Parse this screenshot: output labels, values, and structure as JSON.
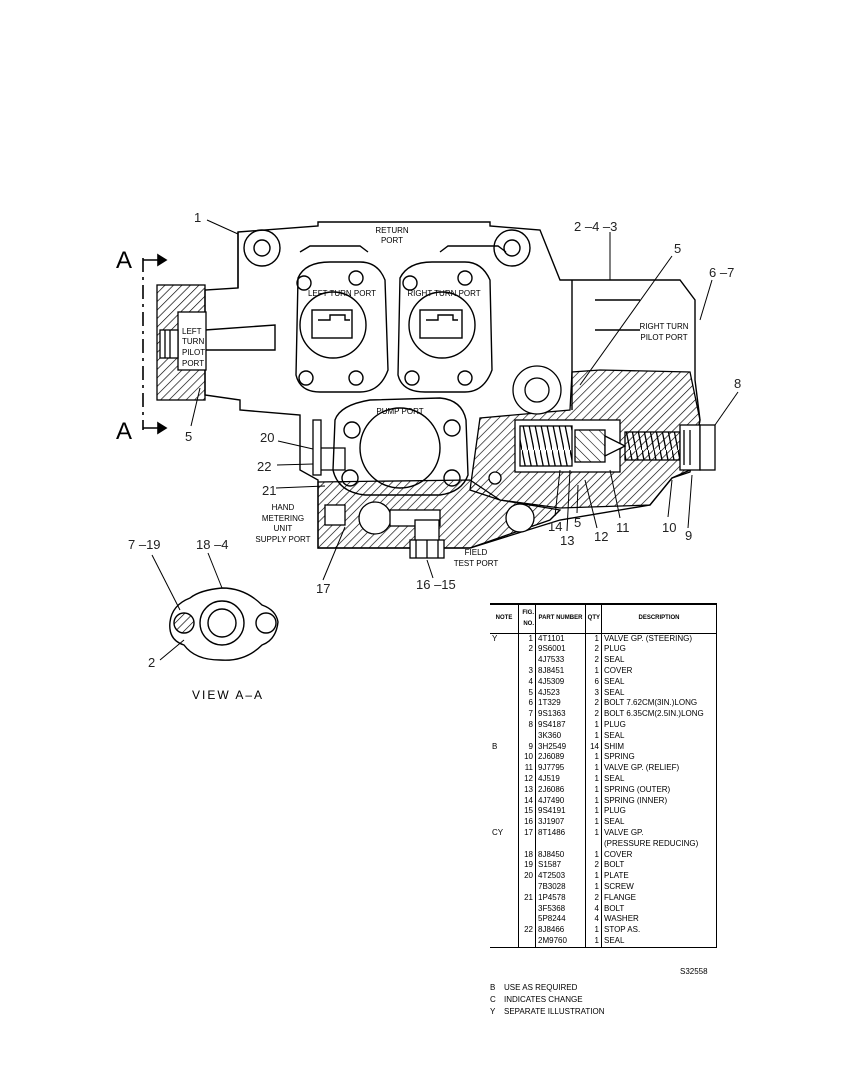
{
  "labels": {
    "return_port": [
      "RETURN",
      "PORT"
    ],
    "left_turn_port": "LEFT TURN PORT",
    "right_turn_port": "RIGHT TURN PORT",
    "left_turn_pilot_port": [
      "LEFT",
      "TURN",
      "PILOT",
      "PORT"
    ],
    "right_turn_pilot_port": [
      "RIGHT TURN",
      "PILOT PORT"
    ],
    "pump_port": "PUMP PORT",
    "hand_metering": [
      "HAND",
      "METERING",
      "UNIT",
      "SUPPLY PORT"
    ],
    "field_test_port": [
      "FIELD",
      "TEST PORT"
    ],
    "section_a": "A",
    "view_caption": "VIEW A–A"
  },
  "callouts": {
    "c1": "1",
    "c2_4_3": "2 –4 –3",
    "c5_top": "5",
    "c6_7": "6 –7",
    "c8": "8",
    "c5_left": "5",
    "c20": "20",
    "c22": "22",
    "c21": "21",
    "c14": "14",
    "c5_mid": "5",
    "c13": "13",
    "c12": "12",
    "c11": "11",
    "c10": "10",
    "c9": "9",
    "c17": "17",
    "c16_15": "16 –15",
    "c7_19": "7 –19",
    "c18_4": "18 –4",
    "c2": "2"
  },
  "table": {
    "headers": [
      "NOTE",
      "FIG. NO.",
      "PART NUMBER",
      "QTY",
      "DESCRIPTION"
    ],
    "rows": [
      [
        "Y",
        "1",
        "4T1101",
        "1",
        "VALVE GP. (STEERING)"
      ],
      [
        "",
        "2",
        "9S6001",
        "2",
        "PLUG"
      ],
      [
        "",
        "",
        "4J7533",
        "2",
        "SEAL"
      ],
      [
        "",
        "3",
        "8J8451",
        "1",
        "COVER"
      ],
      [
        "",
        "4",
        "4J5309",
        "6",
        "SEAL"
      ],
      [
        "",
        "5",
        "4J523",
        "3",
        "SEAL"
      ],
      [
        "",
        "6",
        "1T329",
        "2",
        "BOLT 7.62CM(3IN.)LONG"
      ],
      [
        "",
        "7",
        "9S1363",
        "2",
        "BOLT 6.35CM(2.5IN.)LONG"
      ],
      [
        "",
        "8",
        "9S4187",
        "1",
        "PLUG"
      ],
      [
        "",
        "",
        "3K360",
        "1",
        "SEAL"
      ],
      [
        "B",
        "9",
        "3H2549",
        "14",
        "SHIM"
      ],
      [
        "",
        "10",
        "2J6089",
        "1",
        "SPRING"
      ],
      [
        "",
        "11",
        "9J7795",
        "1",
        "VALVE GP. (RELIEF)"
      ],
      [
        "",
        "12",
        "4J519",
        "1",
        "SEAL"
      ],
      [
        "",
        "13",
        "2J6086",
        "1",
        "SPRING (OUTER)"
      ],
      [
        "",
        "14",
        "4J7490",
        "1",
        "SPRING (INNER)"
      ],
      [
        "",
        "15",
        "9S4191",
        "1",
        "PLUG"
      ],
      [
        "",
        "16",
        "3J1907",
        "1",
        "SEAL"
      ],
      [
        "CY",
        "17",
        "8T1486",
        "1",
        "VALVE GP."
      ],
      [
        "",
        "",
        "",
        "",
        "(PRESSURE REDUCING)"
      ],
      [
        "",
        "18",
        "8J8450",
        "1",
        "COVER"
      ],
      [
        "",
        "19",
        "S1587",
        "2",
        "BOLT"
      ],
      [
        "",
        "20",
        "4T2503",
        "1",
        "PLATE"
      ],
      [
        "",
        "",
        "7B3028",
        "1",
        "SCREW"
      ],
      [
        "",
        "21",
        "1P4578",
        "2",
        "FLANGE"
      ],
      [
        "",
        "",
        "3F5368",
        "4",
        "BOLT"
      ],
      [
        "",
        "",
        "5P8244",
        "4",
        "WASHER"
      ],
      [
        "",
        "22",
        "8J8466",
        "1",
        "STOP AS."
      ],
      [
        "",
        "",
        "2M9760",
        "1",
        "SEAL"
      ]
    ],
    "code": "S32558"
  },
  "legend": [
    {
      "key": "B",
      "text": "USE AS REQUIRED"
    },
    {
      "key": "C",
      "text": "INDICATES CHANGE"
    },
    {
      "key": "Y",
      "text": "SEPARATE ILLUSTRATION"
    }
  ]
}
